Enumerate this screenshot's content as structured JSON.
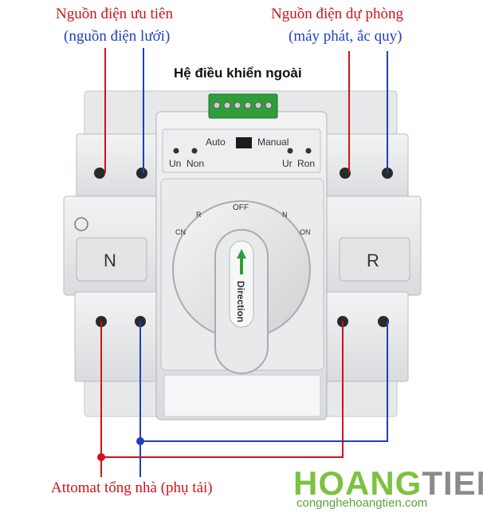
{
  "labels": {
    "primary_source": "Nguồn điện ưu tiên",
    "primary_source_sub": "(nguồn điện lưới)",
    "backup_source": "Nguồn điện dự phòng",
    "backup_source_sub": "(máy phát, ắc quy)",
    "external_control": "Hệ điều khiển ngoài",
    "load": "Attomat tổng nhà (phụ tải)"
  },
  "device": {
    "mode_auto": "Auto",
    "mode_manual": "Manual",
    "indicator_un": "Un",
    "indicator_non": "Non",
    "indicator_ur": "Ur",
    "indicator_ron": "Ron",
    "panel_n": "N",
    "panel_r": "R",
    "dial_off": "OFF",
    "dial_cn": "CN",
    "dial_r": "R",
    "dial_n": "N",
    "dial_on": "ON",
    "handle_text": "Direction"
  },
  "logo": {
    "part1": "HOANG",
    "part2": "TIEN",
    "site": "congnghehoangtien.com"
  },
  "colors": {
    "red_wire": "#d0121b",
    "blue_wire": "#1f3fbf",
    "logo_green": "#7cc242",
    "logo_gray": "#8a8a8a",
    "terminal_green": "#2f9e3a"
  }
}
